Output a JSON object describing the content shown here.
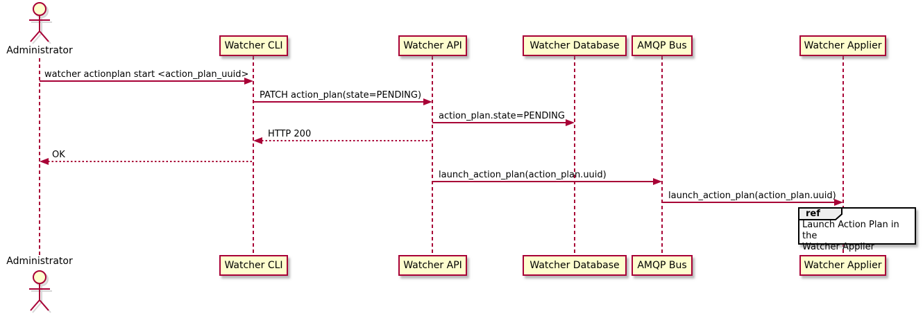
{
  "actor": {
    "label": "Administrator"
  },
  "participants": [
    {
      "id": "watcher-cli",
      "label": "Watcher CLI"
    },
    {
      "id": "watcher-api",
      "label": "Watcher API"
    },
    {
      "id": "watcher-database",
      "label": "Watcher Database"
    },
    {
      "id": "amqp-bus",
      "label": "AMQP Bus"
    },
    {
      "id": "watcher-applier",
      "label": "Watcher Applier"
    }
  ],
  "messages": [
    {
      "from": "Administrator",
      "to": "Watcher CLI",
      "style": "solid",
      "text": "watcher actionplan start <action_plan_uuid>"
    },
    {
      "from": "Watcher CLI",
      "to": "Watcher API",
      "style": "solid",
      "text": "PATCH action_plan(state=PENDING)"
    },
    {
      "from": "Watcher API",
      "to": "Watcher Database",
      "style": "solid",
      "text": "action_plan.state=PENDING"
    },
    {
      "from": "Watcher API",
      "to": "Watcher CLI",
      "style": "dotted",
      "text": "HTTP 200"
    },
    {
      "from": "Watcher CLI",
      "to": "Administrator",
      "style": "dotted",
      "text": "OK"
    },
    {
      "from": "Watcher API",
      "to": "AMQP Bus",
      "style": "solid",
      "text": "launch_action_plan(action_plan.uuid)"
    },
    {
      "from": "AMQP Bus",
      "to": "Watcher Applier",
      "style": "solid",
      "text": "launch_action_plan(action_plan.uuid)"
    }
  ],
  "ref_fragment": {
    "keyword": "ref",
    "over": "Watcher Applier",
    "line1": "Launch Action Plan in the",
    "line2": "Watcher Applier"
  },
  "colors": {
    "participant_fill": "#FEFECE",
    "stroke": "#A80036",
    "text": "#000000",
    "ref_border": "#000000",
    "ref_label_fill": "#EEEEEE",
    "background": "#FFFFFF"
  }
}
